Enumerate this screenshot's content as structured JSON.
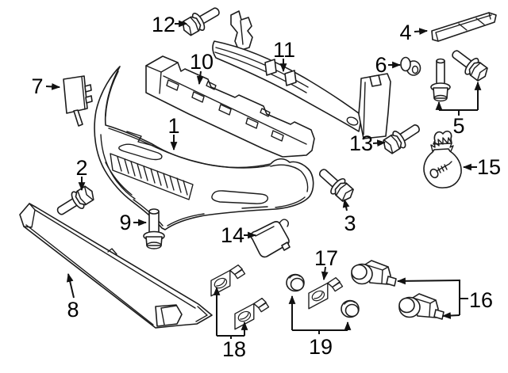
{
  "diagram": {
    "title": "front-bumper-exploded-parts-diagram",
    "background_color": "#ffffff",
    "line_color": "#1c1c1c",
    "label_color": "#000000",
    "callouts": [
      {
        "num": "1",
        "part": "bumper-cover"
      },
      {
        "num": "2",
        "part": "flange-bolt"
      },
      {
        "num": "3",
        "part": "flange-bolt"
      },
      {
        "num": "4",
        "part": "sight-shield"
      },
      {
        "num": "5",
        "part": "stud-and-bolt-set"
      },
      {
        "num": "6",
        "part": "rivet-nut"
      },
      {
        "num": "7",
        "part": "access-cover"
      },
      {
        "num": "8",
        "part": "lower-grille-molding"
      },
      {
        "num": "9",
        "part": "stud-screw"
      },
      {
        "num": "10",
        "part": "energy-absorber"
      },
      {
        "num": "11",
        "part": "impact-bar"
      },
      {
        "num": "12",
        "part": "flange-bolt"
      },
      {
        "num": "13",
        "part": "flange-bolt"
      },
      {
        "num": "14",
        "part": "tow-hook-cover"
      },
      {
        "num": "15",
        "part": "hardware-kit-bag"
      },
      {
        "num": "16",
        "part": "park-assist-sensor-pair"
      },
      {
        "num": "17",
        "part": "sensor-bracket"
      },
      {
        "num": "18",
        "part": "sensor-bracket-pair"
      },
      {
        "num": "19",
        "part": "grommet-pair"
      }
    ]
  }
}
